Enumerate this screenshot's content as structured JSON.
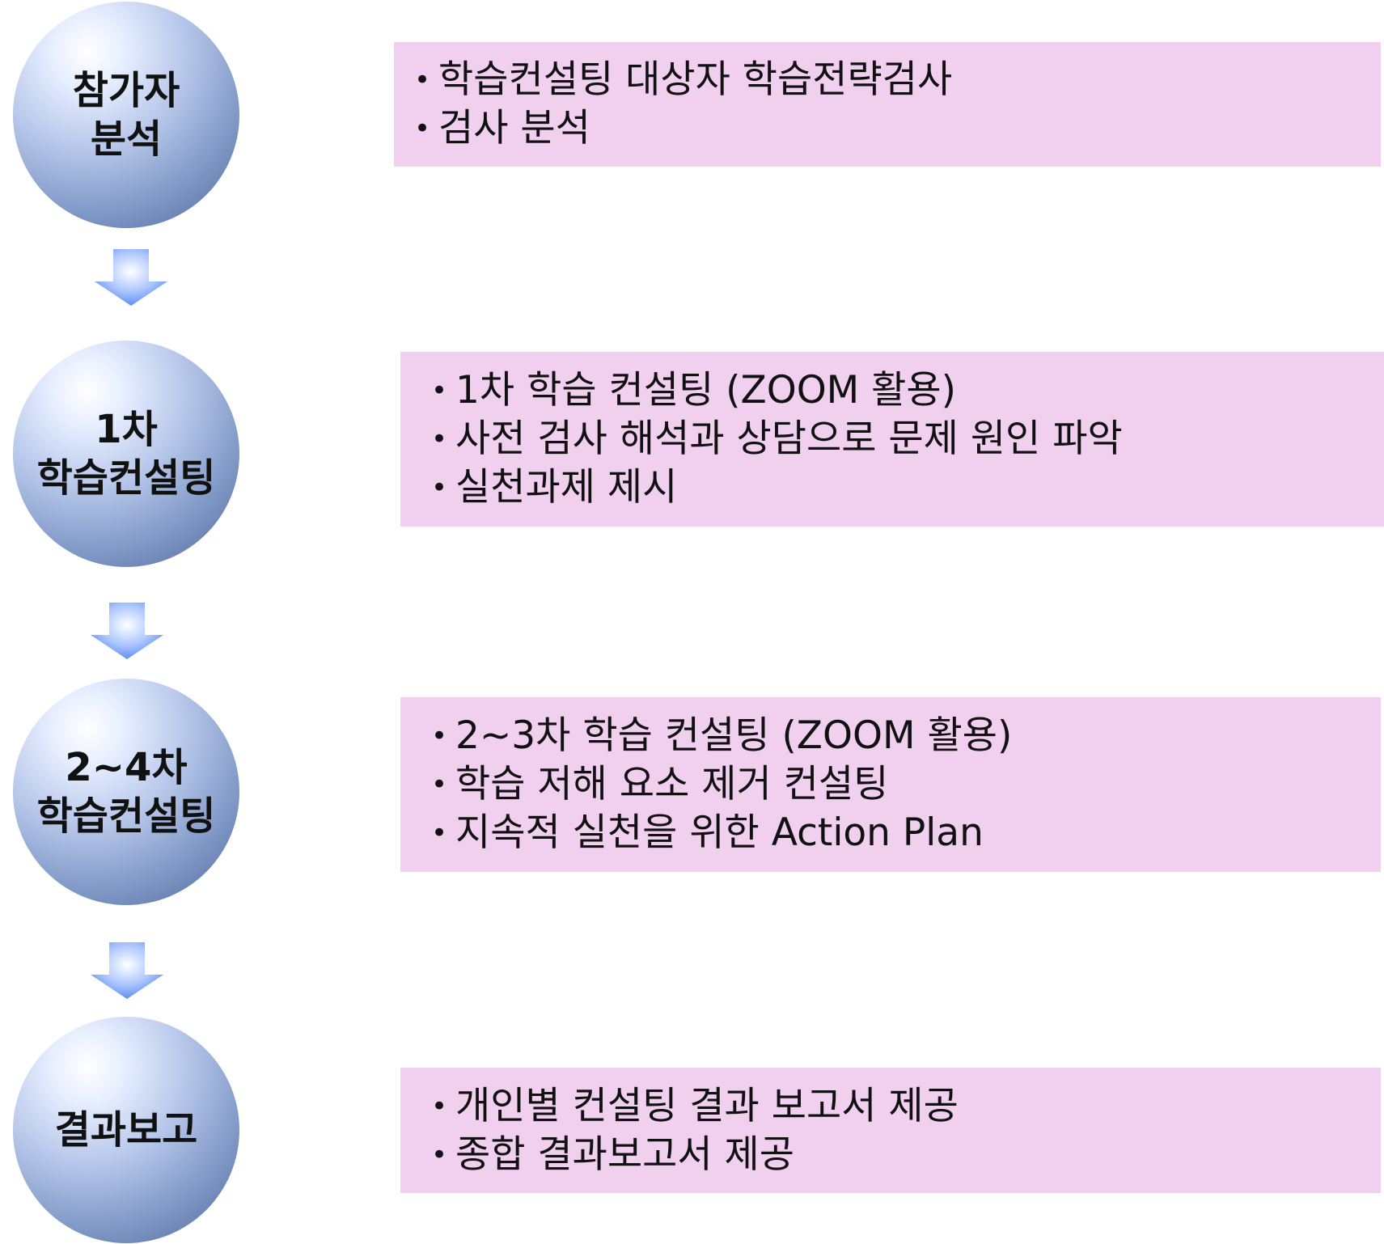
{
  "steps": [
    {
      "circle_lines": [
        "참가자",
        "분석"
      ],
      "details": [
        "학습컨설팅 대상자 학습전략검사",
        "검사 분석"
      ]
    },
    {
      "circle_lines": [
        "1차",
        "학습컨설팅"
      ],
      "details": [
        "1차 학습 컨설팅 (ZOOM 활용)",
        "사전 검사 해석과 상담으로 문제 원인 파악",
        "실천과제 제시"
      ]
    },
    {
      "circle_lines": [
        "2~4차",
        "학습컨설팅"
      ],
      "details": [
        "2~3차 학습 컨설팅 (ZOOM 활용)",
        "학습 저해 요소 제거 컨설팅",
        "지속적 실천을 위한 Action Plan"
      ]
    },
    {
      "circle_lines": [
        "결과보고"
      ],
      "details": [
        "개인별 컨설팅 결과 보고서 제공",
        "종합 결과보고서 제공"
      ]
    }
  ],
  "colors": {
    "detail_box": "#f1d0ef",
    "sphere_light": "#e6eeff",
    "sphere_dark": "#4e6597",
    "arrow": "#6f9bf0"
  }
}
